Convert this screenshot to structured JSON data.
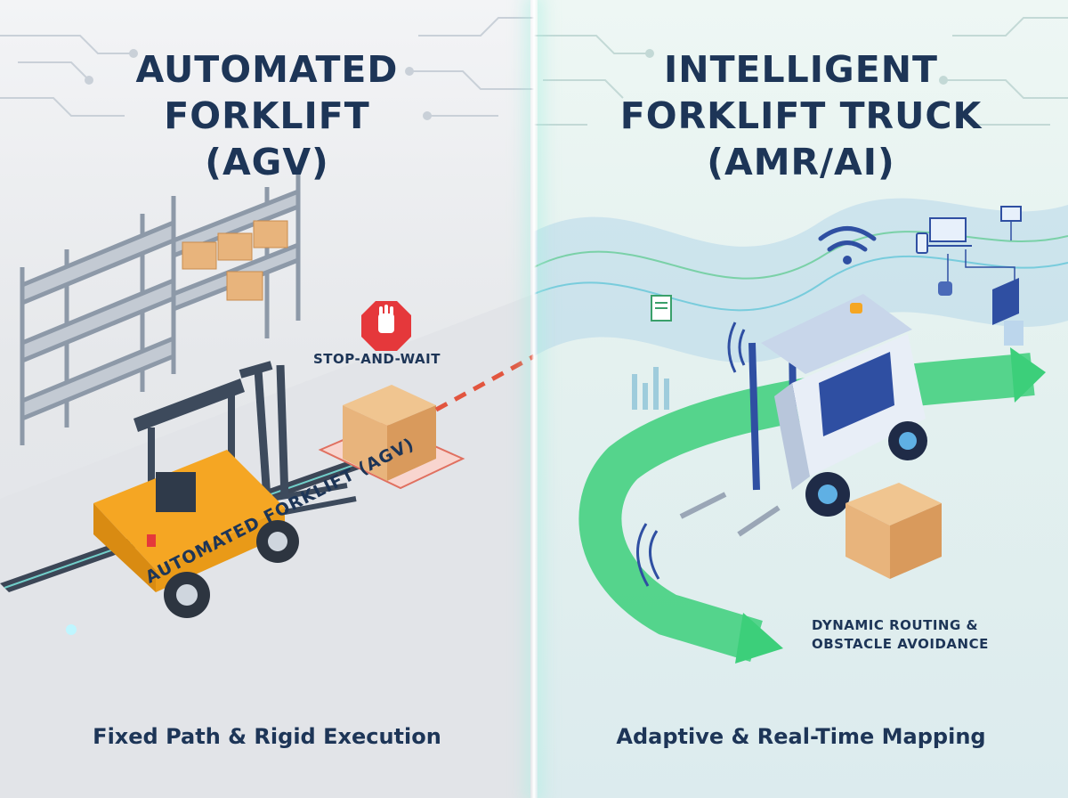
{
  "left": {
    "title_lines": [
      "AUTOMATED",
      "FORKLIFT",
      "(AGV)"
    ],
    "stop_label": "STOP-AND-WAIT",
    "forklift_label": "AUTOMATED FORKLIFT (AGV)",
    "caption": "Fixed Path & Rigid Execution"
  },
  "right": {
    "title_lines": [
      "INTELLIGENT",
      "FORKLIFT TRUCK",
      "(AMR/AI)"
    ],
    "routing_label_lines": [
      "DYNAMIC ROUTING &",
      "OBSTACLE AVOIDANCE"
    ],
    "caption": "Adaptive & Real-Time Mapping"
  },
  "colors": {
    "navy": "#1d3557",
    "agv_yellow": "#f5a623",
    "stop_red": "#e5383b",
    "route_green": "#3ccf7a",
    "amr_blue": "#2f4fa2",
    "box_tan": "#e8b47c"
  },
  "icons": [
    "stop-hand-icon",
    "wifi-icon",
    "laptop-icon",
    "phone-icon",
    "monitor-icon",
    "server-icon",
    "camera-icon",
    "document-icon"
  ]
}
